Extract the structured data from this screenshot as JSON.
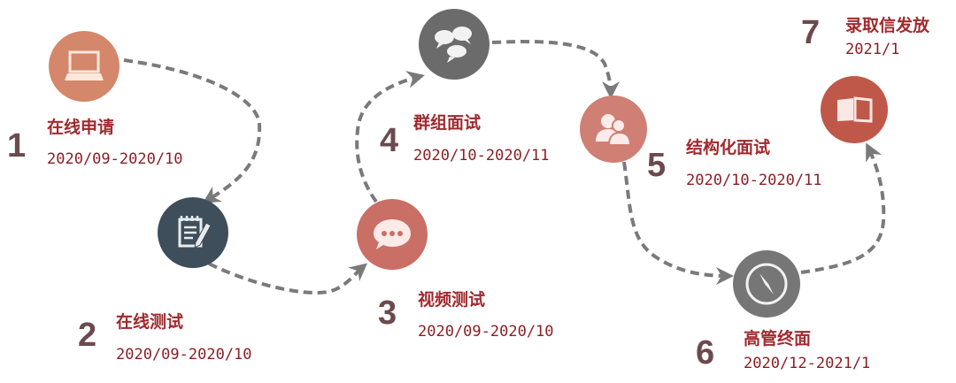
{
  "diagram": {
    "type": "process-timeline",
    "colors": {
      "title_text": "#a02a2e",
      "date_text": "#8a1f25",
      "step_number": "#6b4a4e",
      "connector": "#7a7a7a"
    },
    "steps": [
      {
        "number": "1",
        "title": "在线申请",
        "date": "2020/09-2020/10",
        "icon": "laptop-icon",
        "color": "#d4876a"
      },
      {
        "number": "2",
        "title": "在线测试",
        "date": "2020/09-2020/10",
        "icon": "notepad-pencil-icon",
        "color": "#3e4e5a"
      },
      {
        "number": "3",
        "title": "视频测试",
        "date": "2020/09-2020/10",
        "icon": "chat-bubble-icon",
        "color": "#c96f66"
      },
      {
        "number": "4",
        "title": "群组面试",
        "date": "2020/10-2020/11",
        "icon": "group-chat-icon",
        "color": "#6b6b6b"
      },
      {
        "number": "5",
        "title": "结构化面试",
        "date": "2020/10-2020/11",
        "icon": "users-icon",
        "color": "#cf7f74"
      },
      {
        "number": "6",
        "title": "高管终面",
        "date": "2020/12-2021/1",
        "icon": "compass-icon",
        "color": "#767676"
      },
      {
        "number": "7",
        "title": "录取信发放",
        "date": "2021/1",
        "icon": "open-book-icon",
        "color": "#c0584a"
      }
    ]
  }
}
